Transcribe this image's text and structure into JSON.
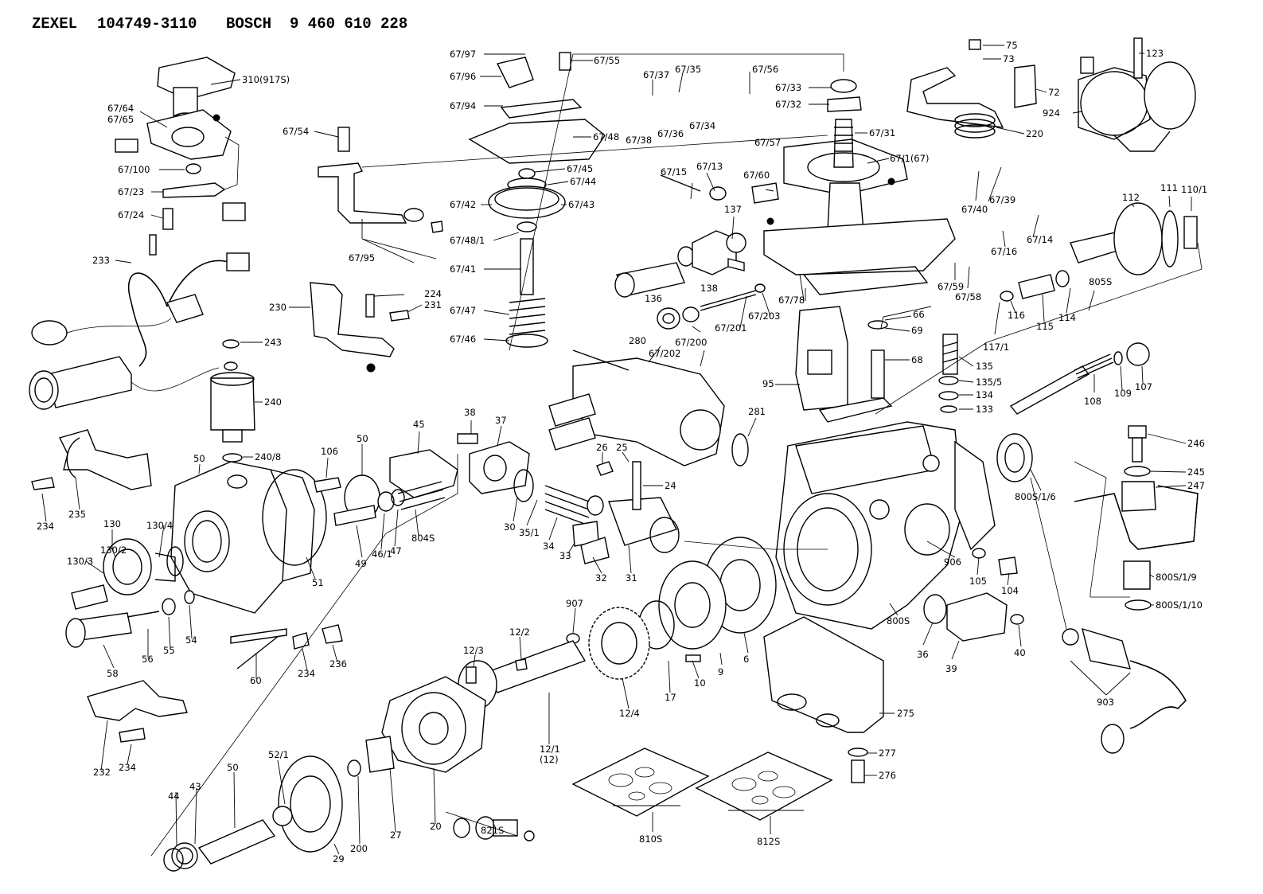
{
  "header": {
    "brand1": "ZEXEL",
    "part1": "104749-3110",
    "brand2": "BOSCH",
    "part2": "9 460 610 228"
  },
  "labels": {
    "l_67_97": "67/97",
    "l_67_55": "67/55",
    "l_67_96": "67/96",
    "l_67_94": "67/94",
    "l_67_48": "67/48",
    "l_67_45": "67/45",
    "l_67_44": "67/44",
    "l_67_42": "67/42",
    "l_67_43": "67/43",
    "l_67_48_1": "67/48/1",
    "l_67_41": "67/41",
    "l_67_47": "67/47",
    "l_67_46": "67/46",
    "l_67_54": "67/54",
    "l_67_95": "67/95",
    "l_310": "310(917S)",
    "l_67_64": "67/64",
    "l_67_65": "67/65",
    "l_67_100": "67/100",
    "l_67_23": "67/23",
    "l_67_24": "67/24",
    "l_233": "233",
    "l_230": "230",
    "l_224": "224",
    "l_231": "231",
    "l_243": "243",
    "l_240": "240",
    "l_240_8": "240/8",
    "l_67_37": "67/37",
    "l_67_35": "67/35",
    "l_67_56": "67/56",
    "l_67_33": "67/33",
    "l_67_32": "67/32",
    "l_67_38": "67/38",
    "l_67_36": "67/36",
    "l_67_34": "67/34",
    "l_67_57": "67/57",
    "l_67_31": "67/31",
    "l_67_1": "67/1(67)",
    "l_75": "75",
    "l_73": "73",
    "l_72": "72",
    "l_220": "220",
    "l_123": "123",
    "l_924": "924",
    "l_67_15": "67/15",
    "l_67_13": "67/13",
    "l_67_60": "67/60",
    "l_137": "137",
    "l_138": "138",
    "l_136": "136",
    "l_67_40": "67/40",
    "l_67_39": "67/39",
    "l_67_16": "67/16",
    "l_67_14": "67/14",
    "l_112": "112",
    "l_111": "111",
    "l_110_1": "110/1",
    "l_67_59": "67/59",
    "l_67_58": "67/58",
    "l_67_78": "67/78",
    "l_67_201": "67/201",
    "l_67_203": "67/203",
    "l_67_200": "67/200",
    "l_67_202": "67/202",
    "l_805s": "805S",
    "l_114": "114",
    "l_115": "115",
    "l_116": "116",
    "l_117_1": "117/1",
    "l_66": "66",
    "l_69": "69",
    "l_68": "68",
    "l_95": "95",
    "l_135": "135",
    "l_135_5": "135/5",
    "l_134": "134",
    "l_133": "133",
    "l_108": "108",
    "l_109": "109",
    "l_107": "107",
    "l_280": "280",
    "l_281": "281",
    "l_246": "246",
    "l_245": "245",
    "l_247": "247",
    "l_800s_1_6": "800S/1/6",
    "l_800s_1_9": "800S/1/9",
    "l_800s_1_10": "800S/1/10",
    "l_906": "906",
    "l_105": "105",
    "l_104": "104",
    "l_800s": "800S",
    "l_36": "36",
    "l_39": "39",
    "l_40": "40",
    "l_903": "903",
    "l_38": "38",
    "l_37": "37",
    "l_45": "45",
    "l_26": "26",
    "l_25": "25",
    "l_24": "24",
    "l_30": "30",
    "l_35_1": "35/1",
    "l_34": "34",
    "l_33": "33",
    "l_32": "32",
    "l_31": "31",
    "l_106": "106",
    "l_50a": "50",
    "l_50b": "50",
    "l_50c": "50",
    "l_49": "49",
    "l_46_1": "46/1",
    "l_47": "47",
    "l_804s": "804S",
    "l_51": "51",
    "l_235": "235",
    "l_234a": "234",
    "l_234b": "234",
    "l_234c": "234",
    "l_130": "130",
    "l_130_4": "130/4",
    "l_130_2": "130/2",
    "l_130_3": "130/3",
    "l_58": "58",
    "l_56": "56",
    "l_55": "55",
    "l_54": "54",
    "l_60": "60",
    "l_236": "236",
    "l_232": "232",
    "l_907": "907",
    "l_12_2": "12/2",
    "l_12_3": "12/3",
    "l_12_4": "12/4",
    "l_12_1": "12/1",
    "l_12_1b": "(12)",
    "l_17": "17",
    "l_10": "10",
    "l_9": "9",
    "l_6": "6",
    "l_275": "275",
    "l_277": "277",
    "l_276": "276",
    "l_52_1": "52/1",
    "l_44": "44",
    "l_43": "43",
    "l_29": "29",
    "l_200": "200",
    "l_27": "27",
    "l_20": "20",
    "l_821s": "821S",
    "l_810s": "810S",
    "l_812s": "812S"
  }
}
